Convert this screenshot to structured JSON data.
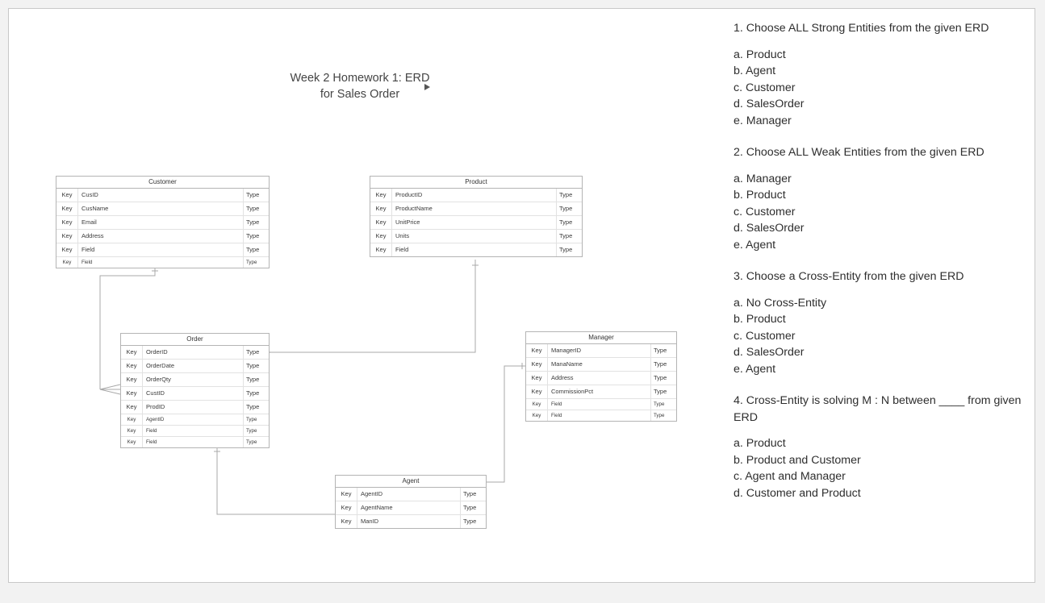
{
  "diagram": {
    "title": "Week 2 Homework 1: ERD\nfor Sales Order",
    "entities": [
      {
        "name": "Customer",
        "rows": [
          {
            "key": "Key",
            "field": "CusID",
            "type": "Type"
          },
          {
            "key": "Key",
            "field": "CusName",
            "type": "Type"
          },
          {
            "key": "Key",
            "field": "Email",
            "type": "Type"
          },
          {
            "key": "Key",
            "field": "Address",
            "type": "Type"
          },
          {
            "key": "Key",
            "field": "Field",
            "type": "Type"
          },
          {
            "key": "Key",
            "field": "Field",
            "type": "Type"
          }
        ]
      },
      {
        "name": "Product",
        "rows": [
          {
            "key": "Key",
            "field": "ProductID",
            "type": "Type"
          },
          {
            "key": "Key",
            "field": "ProductName",
            "type": "Type"
          },
          {
            "key": "Key",
            "field": "UnitPrice",
            "type": "Type"
          },
          {
            "key": "Key",
            "field": "Units",
            "type": "Type"
          },
          {
            "key": "Key",
            "field": "Field",
            "type": "Type"
          }
        ]
      },
      {
        "name": "Order",
        "rows": [
          {
            "key": "Key",
            "field": "OrderID",
            "type": "Type"
          },
          {
            "key": "Key",
            "field": "OrderDate",
            "type": "Type"
          },
          {
            "key": "Key",
            "field": "OrderQty",
            "type": "Type"
          },
          {
            "key": "Key",
            "field": "CustID",
            "type": "Type"
          },
          {
            "key": "Key",
            "field": "ProdID",
            "type": "Type"
          },
          {
            "key": "Key",
            "field": "AgentID",
            "type": "Type"
          },
          {
            "key": "Key",
            "field": "Field",
            "type": "Type"
          },
          {
            "key": "Key",
            "field": "Field",
            "type": "Type"
          }
        ]
      },
      {
        "name": "Manager",
        "rows": [
          {
            "key": "Key",
            "field": "ManagerID",
            "type": "Type"
          },
          {
            "key": "Key",
            "field": "ManaName",
            "type": "Type"
          },
          {
            "key": "Key",
            "field": "Address",
            "type": "Type"
          },
          {
            "key": "Key",
            "field": "CommissionPct",
            "type": "Type"
          },
          {
            "key": "Key",
            "field": "Field",
            "type": "Type"
          },
          {
            "key": "Key",
            "field": "Field",
            "type": "Type"
          }
        ]
      },
      {
        "name": "Agent",
        "rows": [
          {
            "key": "Key",
            "field": "AgentID",
            "type": "Type"
          },
          {
            "key": "Key",
            "field": "AgentName",
            "type": "Type"
          },
          {
            "key": "Key",
            "field": "ManID",
            "type": "Type"
          }
        ]
      }
    ],
    "line_color": "#a0a0a0",
    "border_color": "#b4b4b4"
  },
  "questions": [
    {
      "prompt": "1. Choose ALL Strong Entities from the given ERD",
      "options": [
        "a. Product",
        "b. Agent",
        "c. Customer",
        "d. SalesOrder",
        "e. Manager"
      ]
    },
    {
      "prompt": "2. Choose ALL Weak Entities from the given ERD",
      "options": [
        "a. Manager",
        "b. Product",
        "c. Customer",
        "d. SalesOrder",
        "e. Agent"
      ]
    },
    {
      "prompt": "3. Choose a Cross-Entity from the given ERD",
      "options": [
        "a. No Cross-Entity",
        "b. Product",
        "c. Customer",
        "d. SalesOrder",
        "e. Agent"
      ]
    },
    {
      "prompt": "4. Cross-Entity is solving M : N  between ____ from given ERD",
      "options": [
        "a. Product",
        "b. Product and Customer",
        "c. Agent and Manager",
        "d. Customer and Product"
      ]
    }
  ]
}
